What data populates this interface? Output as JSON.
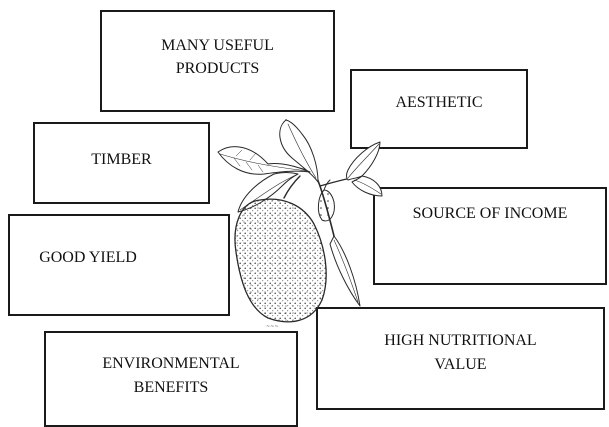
{
  "benefits": [
    {
      "id": "many-useful-products",
      "lines": [
        "MANY USEFUL",
        "PRODUCTS"
      ]
    },
    {
      "id": "aesthetic",
      "lines": [
        "AESTHETIC"
      ]
    },
    {
      "id": "timber",
      "lines": [
        "TIMBER"
      ]
    },
    {
      "id": "source-of-income",
      "lines": [
        "SOURCE OF INCOME"
      ]
    },
    {
      "id": "good-yield",
      "lines": [
        "GOOD YIELD"
      ]
    },
    {
      "id": "high-nutritional-value",
      "lines": [
        "HIGH NUTRITIONAL",
        "VALUE"
      ]
    },
    {
      "id": "environmental-benefits",
      "lines": [
        "ENVIRONMENTAL",
        "BENEFITS"
      ]
    }
  ],
  "illustration": {
    "icon": "jackfruit-illustration-icon",
    "colors": {
      "stroke": "#2a2a2a",
      "fill": "#ffffff"
    }
  }
}
